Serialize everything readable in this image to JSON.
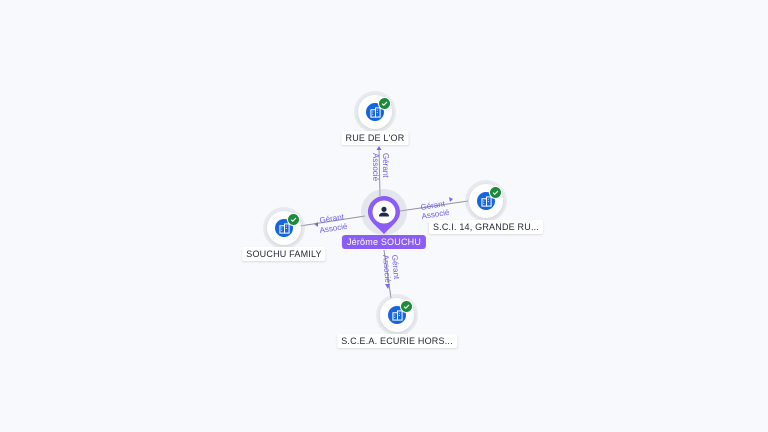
{
  "center": {
    "name": "Jérôme SOUCHU",
    "icon": "person-icon"
  },
  "companies": [
    {
      "id": "top",
      "name": "RUE DE L'OR",
      "icon": "building-icon",
      "status_icon": "check-icon",
      "relation": [
        "Gérant",
        "Associé"
      ]
    },
    {
      "id": "right",
      "name": "S.C.I. 14, GRANDE RU...",
      "icon": "building-icon",
      "status_icon": "check-icon",
      "relation": [
        "Gérant",
        "Associé"
      ]
    },
    {
      "id": "left",
      "name": "SOUCHU FAMILY",
      "icon": "building-icon",
      "status_icon": "check-icon",
      "relation": [
        "Gérant",
        "Associé"
      ]
    },
    {
      "id": "bottom",
      "name": "S.C.E.A. ECURIE HORS...",
      "icon": "building-icon",
      "status_icon": "check-icon",
      "relation": [
        "Gérant",
        "Associé"
      ]
    }
  ],
  "colors": {
    "person_accent": "#8b5cf6",
    "company_icon": "#1565e0",
    "verified_badge": "#1b8a3a",
    "relation_label": "#6c5ce7"
  }
}
